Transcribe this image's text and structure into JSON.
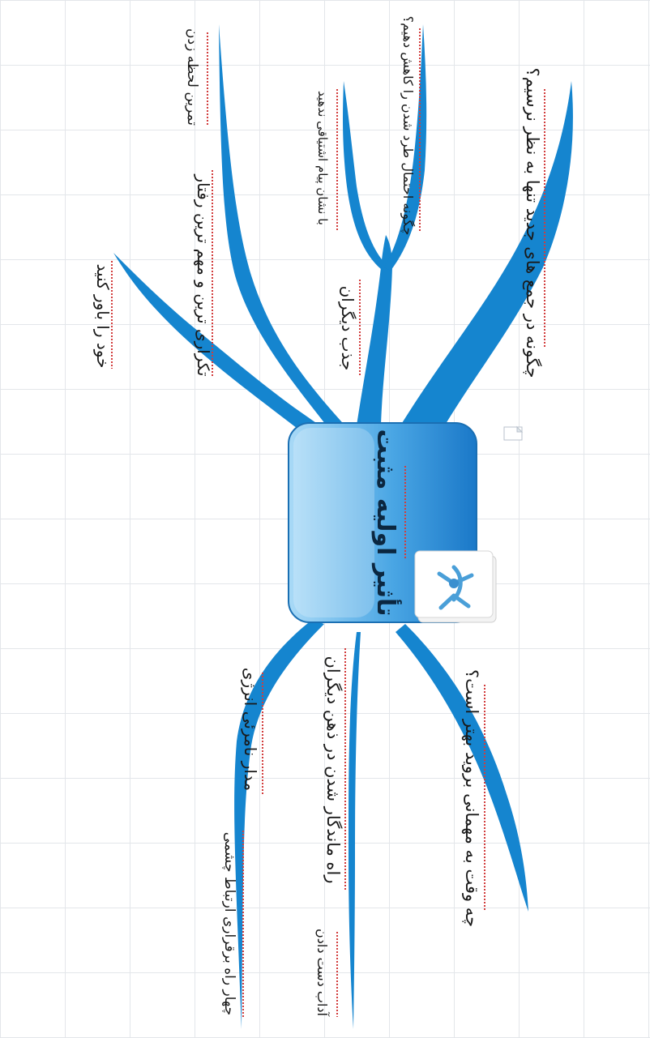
{
  "central_topic": "تأثیر اولیه مثبت",
  "left_branches": [
    {
      "label": "خود را باور کنید"
    },
    {
      "label": "تکراری ترین و مهم ترین رفتار"
    },
    {
      "label": "تمرین لحظه زدن"
    },
    {
      "label": "جذب دیگران"
    },
    {
      "label": "با نشان پیام اشتیاقی ندهید"
    },
    {
      "label": "چگونه احتمال طرد شدن را کاهش دهیم؟"
    },
    {
      "label": "چگونه در جمع های جدید تنها به نظر نرسیم؟"
    }
  ],
  "right_branches": [
    {
      "label": "مدار نامرئی انرژی"
    },
    {
      "label": "چهار راه برقراری ارتباط چشمی"
    },
    {
      "label": "راه ماندگار شدن در ذهن دیگران"
    },
    {
      "label": "آداب دست دادن"
    },
    {
      "label": "چه وقت به مهمانی بروید بهتر است؟"
    }
  ],
  "colors": {
    "branch": "#1585cf",
    "central_top": "#9fd4f5",
    "central_bottom": "#2a8fd8",
    "underline": "#d23c3c"
  },
  "icons": [
    "mindmap-logo-icon",
    "note-icon"
  ]
}
